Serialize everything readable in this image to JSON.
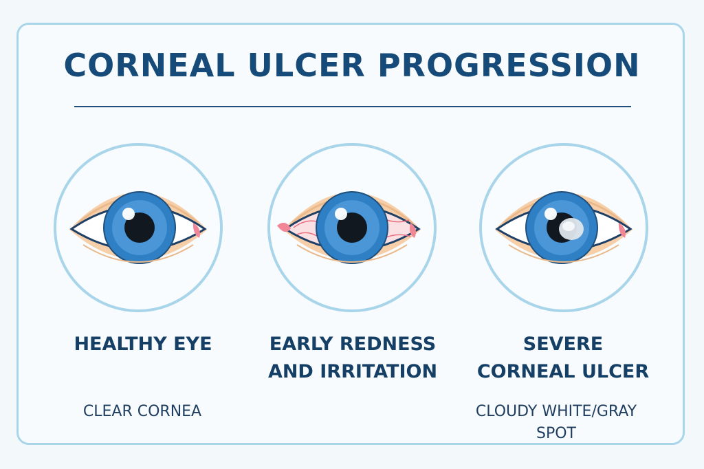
{
  "title": "CORNEAL ULCER PROGRESSION",
  "stages": [
    {
      "heading_lines": [
        "HEALTHY EYE"
      ],
      "note_lines": [
        "CLEAR CORNEA"
      ],
      "icon": "healthy-eye-icon"
    },
    {
      "heading_lines": [
        "EARLY REDNESS",
        "AND IRRITATION"
      ],
      "note_lines": [],
      "icon": "irritated-eye-icon"
    },
    {
      "heading_lines": [
        "SEVERE",
        "CORNEAL ULCER"
      ],
      "note_lines": [
        "CLOUDY WHITE/GRAY",
        "SPOT"
      ],
      "icon": "ulcer-eye-icon"
    }
  ],
  "colors": {
    "title": "#164a78",
    "frame": "#a9d5ea",
    "iris": "#2f7fc4",
    "skin": "#f6cfa9",
    "redness": "#f29aa6",
    "ulcer_spot": "#dfe6ec"
  }
}
